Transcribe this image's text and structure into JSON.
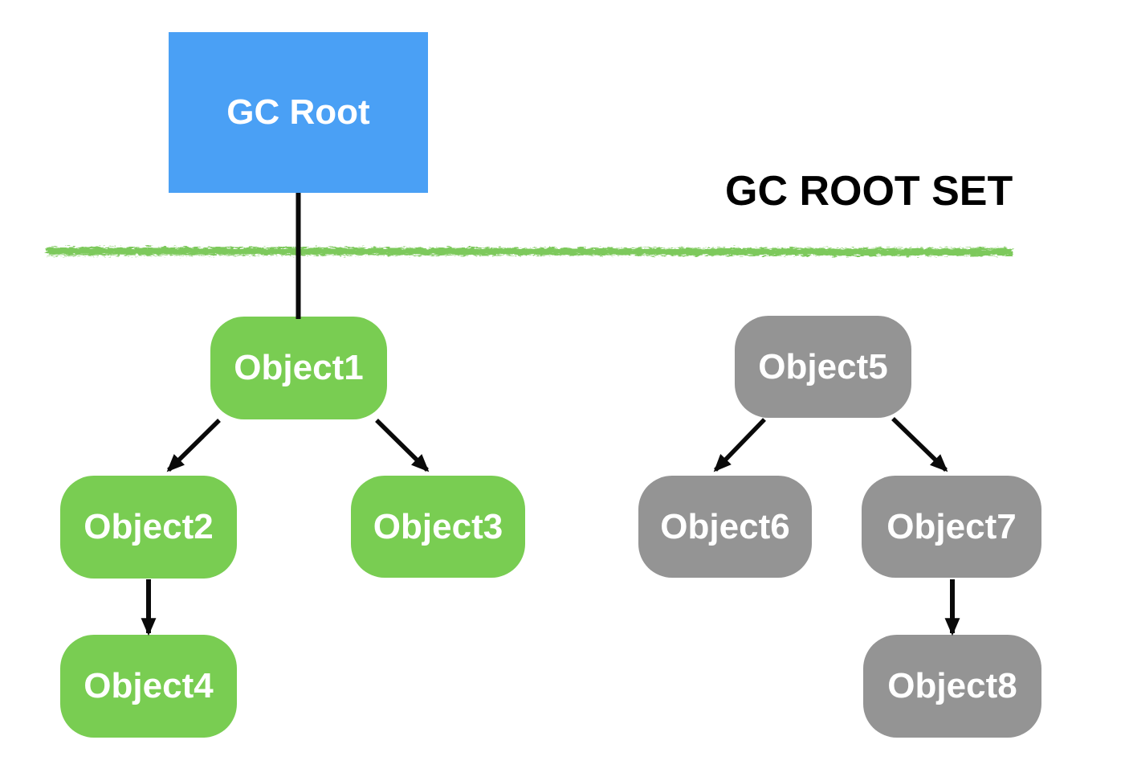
{
  "title": "GC ROOT SET",
  "colors": {
    "root": "#4AA0F5",
    "reachable": "#79CD52",
    "unreachable": "#949494",
    "boundary": "#7DC95B",
    "edge": "#0A0A0A",
    "node_text": "#FFFFFF",
    "title_text": "#000000"
  },
  "diagram": {
    "nodes": [
      {
        "id": "gc-root",
        "label": "GC Root",
        "type": "root"
      },
      {
        "id": "object1",
        "label": "Object1",
        "type": "reachable"
      },
      {
        "id": "object2",
        "label": "Object2",
        "type": "reachable"
      },
      {
        "id": "object3",
        "label": "Object3",
        "type": "reachable"
      },
      {
        "id": "object4",
        "label": "Object4",
        "type": "reachable"
      },
      {
        "id": "object5",
        "label": "Object5",
        "type": "unreachable"
      },
      {
        "id": "object6",
        "label": "Object6",
        "type": "unreachable"
      },
      {
        "id": "object7",
        "label": "Object7",
        "type": "unreachable"
      },
      {
        "id": "object8",
        "label": "Object8",
        "type": "unreachable"
      }
    ],
    "edges": [
      {
        "from": "gc-root",
        "to": "object1",
        "arrow": false
      },
      {
        "from": "object1",
        "to": "object2",
        "arrow": true
      },
      {
        "from": "object1",
        "to": "object3",
        "arrow": true
      },
      {
        "from": "object2",
        "to": "object4",
        "arrow": true
      },
      {
        "from": "object5",
        "to": "object6",
        "arrow": true
      },
      {
        "from": "object5",
        "to": "object7",
        "arrow": true
      },
      {
        "from": "object7",
        "to": "object8",
        "arrow": true
      }
    ],
    "boundary": {
      "description": "hand-drawn green horizontal divider separating the GC root set from the heap objects"
    }
  }
}
